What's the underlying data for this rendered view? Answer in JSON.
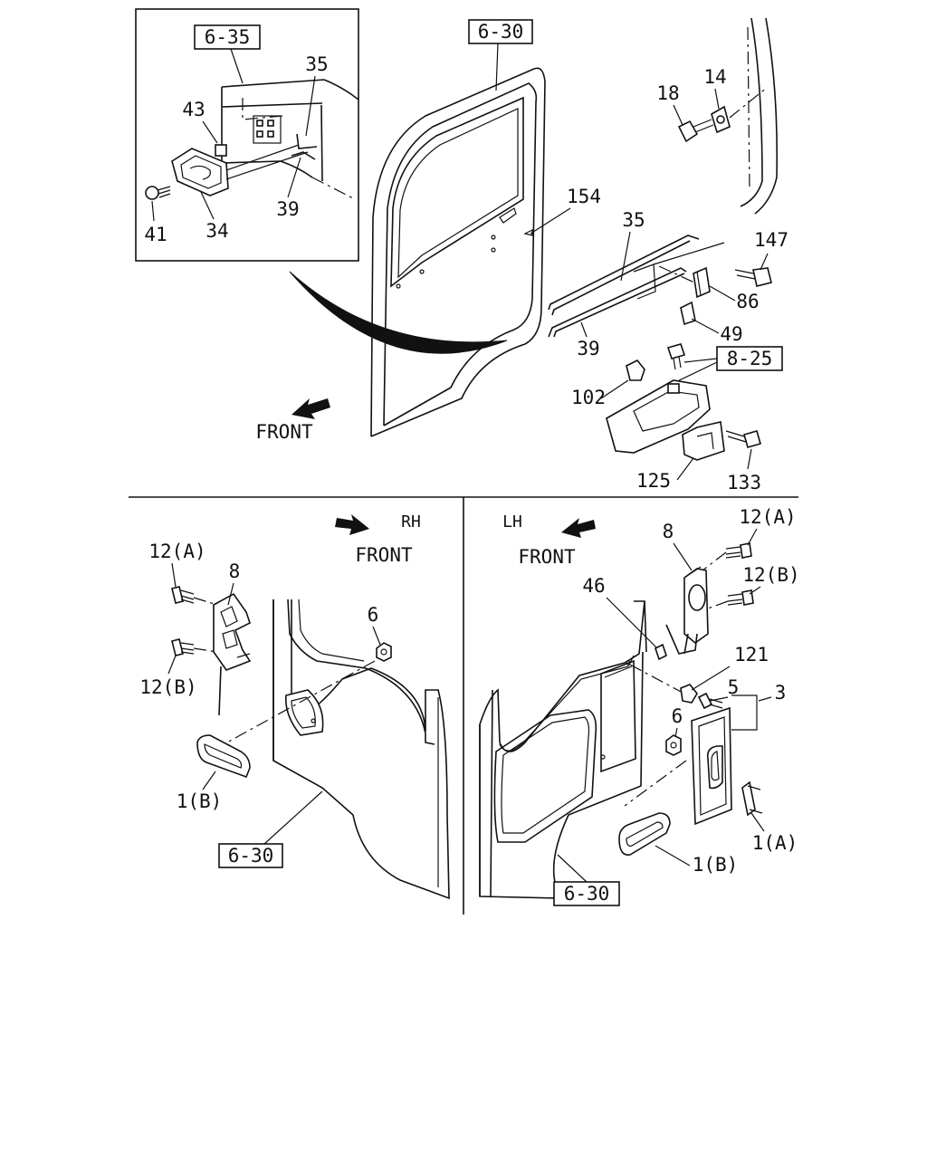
{
  "labels": {
    "inset_ref": "6-35",
    "door_ref_top": "6-30",
    "p35_inset": "35",
    "p43": "43",
    "p41": "41",
    "p34": "34",
    "p39_inset": "39",
    "p18": "18",
    "p14": "14",
    "p154": "154",
    "p35": "35",
    "p147": "147",
    "p86": "86",
    "p49": "49",
    "p39": "39",
    "ref_8_25": "8-25",
    "p102": "102",
    "p125": "125",
    "p133": "133",
    "front_top": "FRONT",
    "rh": "RH",
    "front_rh": "FRONT",
    "rh_12a": "12(A)",
    "rh_8": "8",
    "rh_12b": "12(B)",
    "rh_6": "6",
    "rh_1b": "1(B)",
    "rh_ref": "6-30",
    "lh": "LH",
    "front_lh": "FRONT",
    "lh_8": "8",
    "lh_12a": "12(A)",
    "lh_12b": "12(B)",
    "lh_46": "46",
    "lh_121": "121",
    "lh_5": "5",
    "lh_3": "3",
    "lh_6": "6",
    "lh_1a": "1(A)",
    "lh_1b": "1(B)",
    "lh_ref": "6-30"
  }
}
